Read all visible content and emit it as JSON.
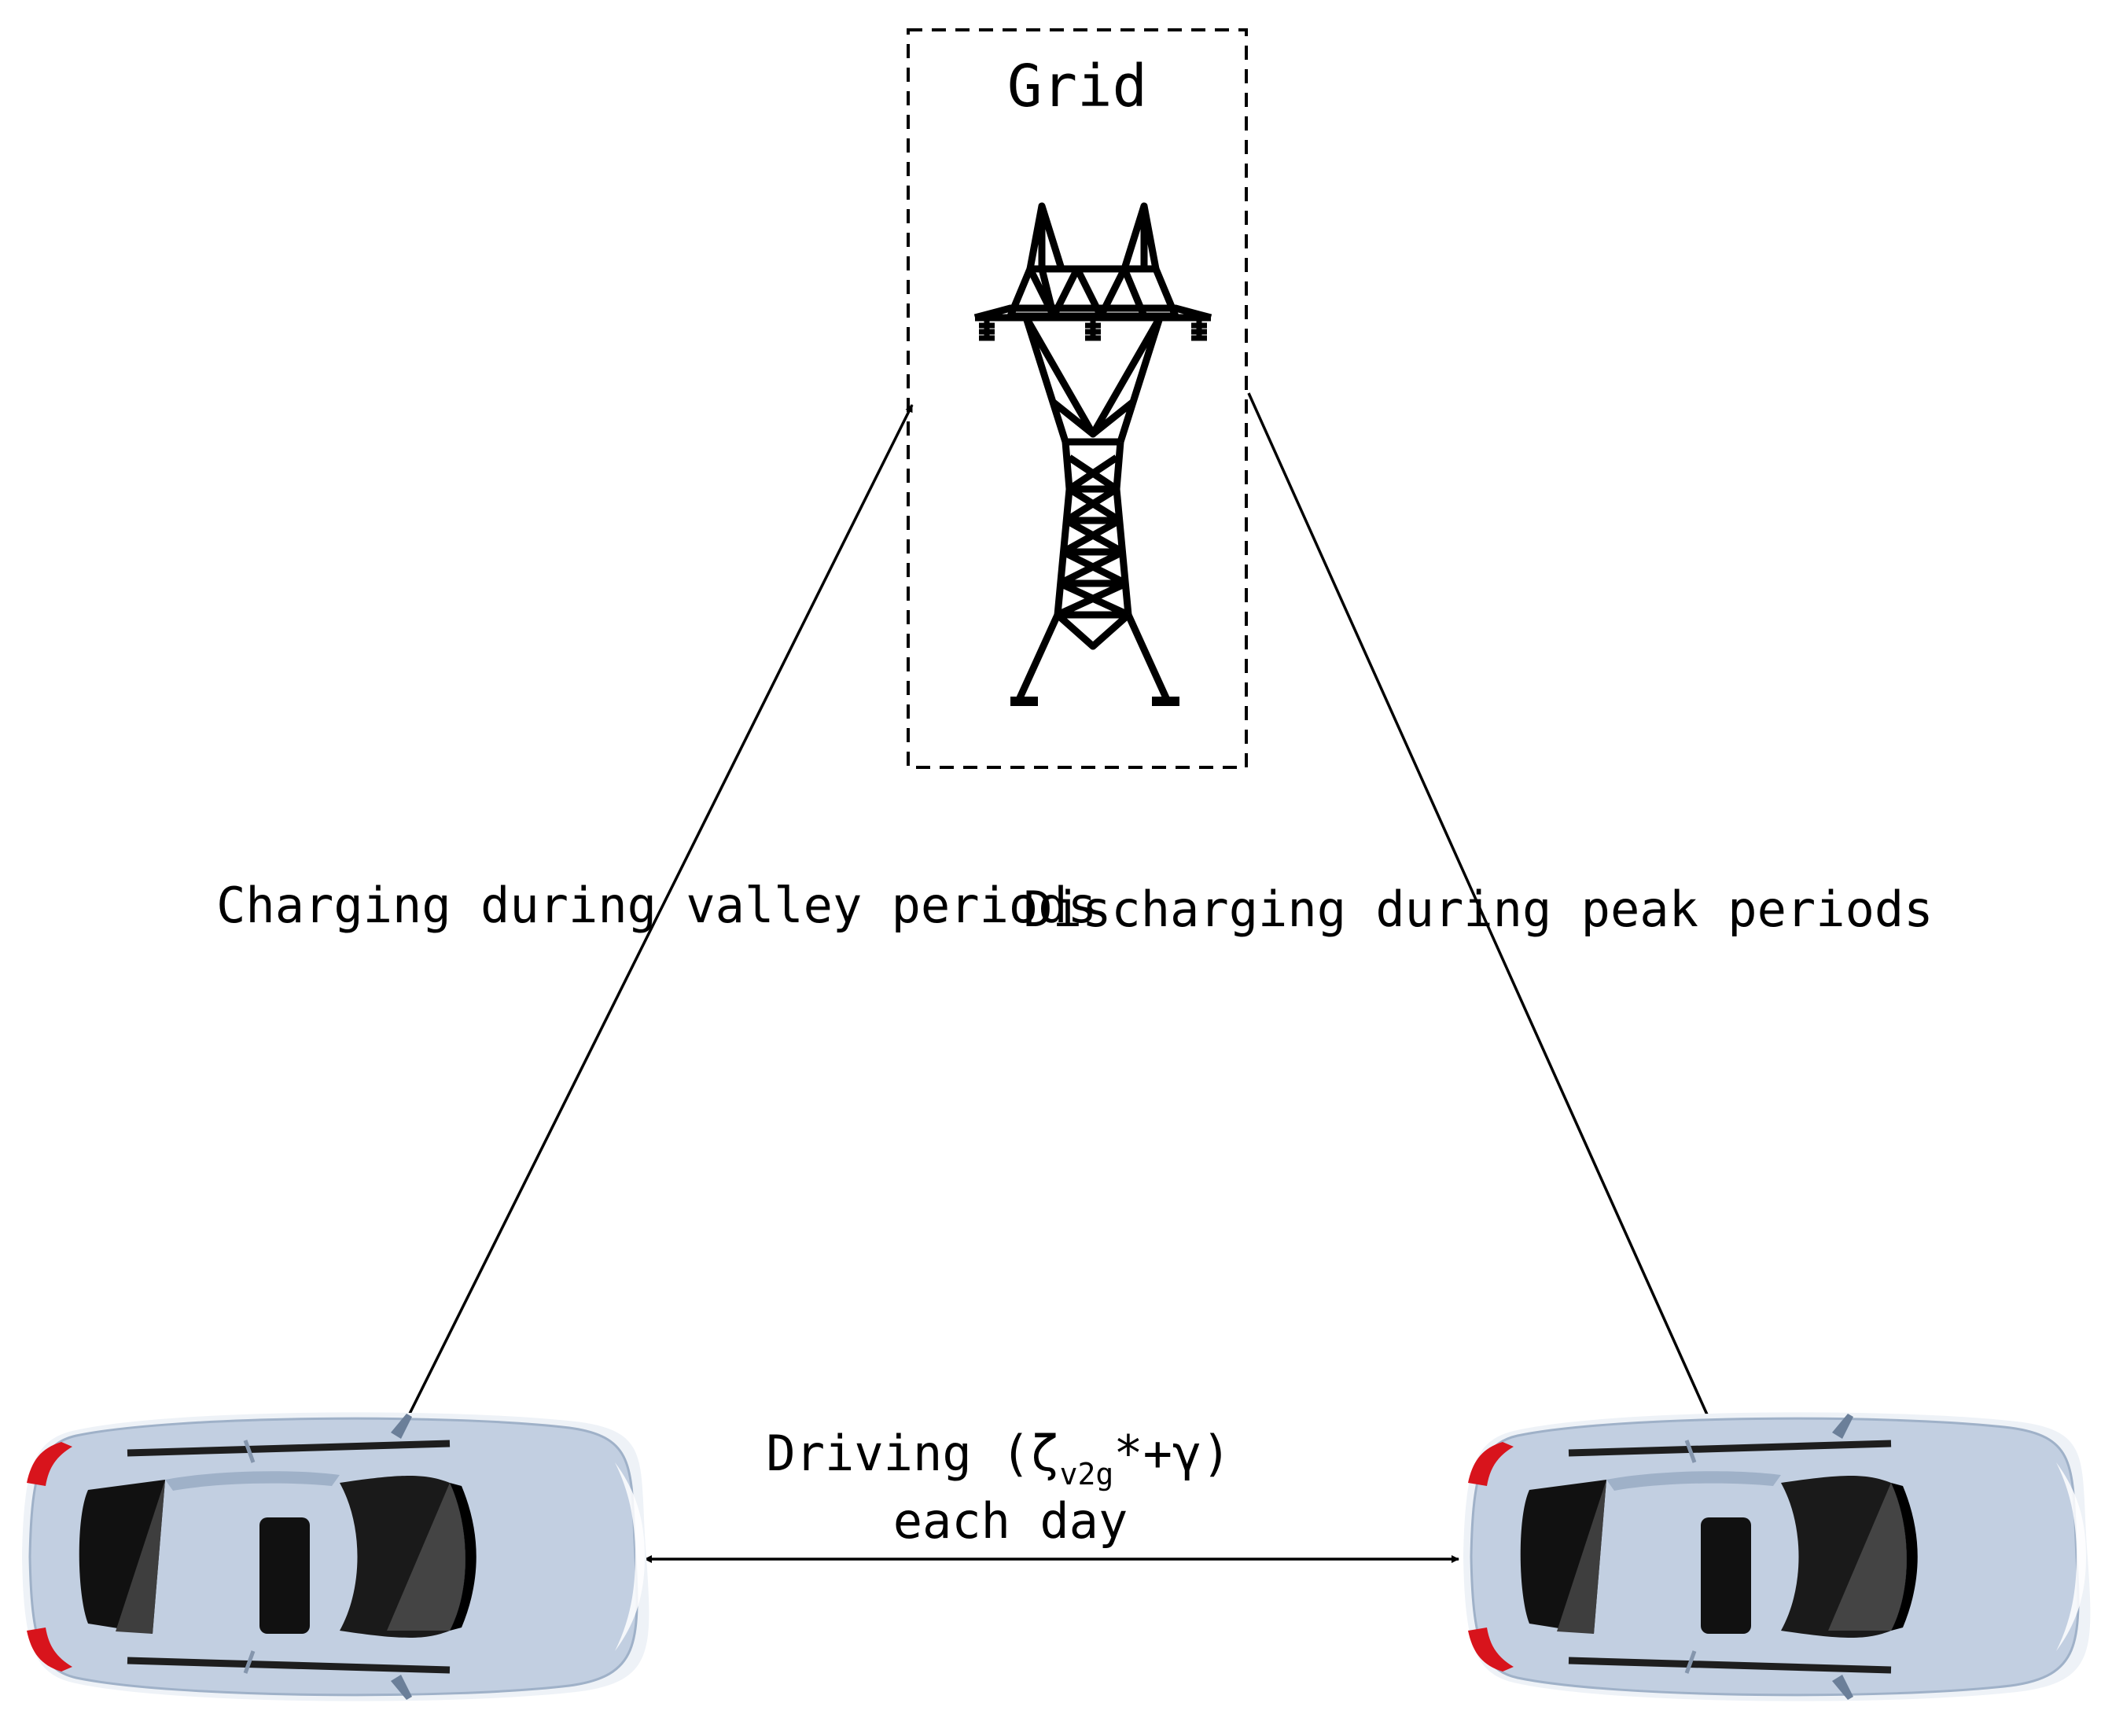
{
  "grid": {
    "title": "Grid"
  },
  "flows": {
    "charging_label": "Charging during valley periods",
    "discharging_label": "Discharging during peak periods",
    "driving": {
      "prefix": "Driving (",
      "zeta": "ζ",
      "subscript": "v2g",
      "suffix": "*+γ)",
      "line2": "each day"
    }
  },
  "colors": {
    "car_body": "#c2cfe1",
    "car_glass": "#1a1a1a",
    "car_tail": "#d8141c",
    "stroke": "#000000"
  },
  "icons": {
    "tower": "transmission-tower-icon",
    "car_left": "electric-car-icon",
    "car_right": "electric-car-icon"
  }
}
